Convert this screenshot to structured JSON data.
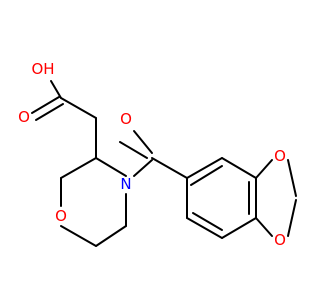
{
  "molecule": {
    "atoms": {
      "oh_label": "OH",
      "o_carbonyl_acid": "O",
      "o_carbonyl_amide": "O",
      "n_morpholine": "N",
      "o_morpholine": "O",
      "o_dioxole_top": "O",
      "o_dioxole_bottom": "O"
    },
    "colors": {
      "bond": "#000000",
      "oxygen": "#ff0000",
      "nitrogen": "#0000ff"
    }
  }
}
